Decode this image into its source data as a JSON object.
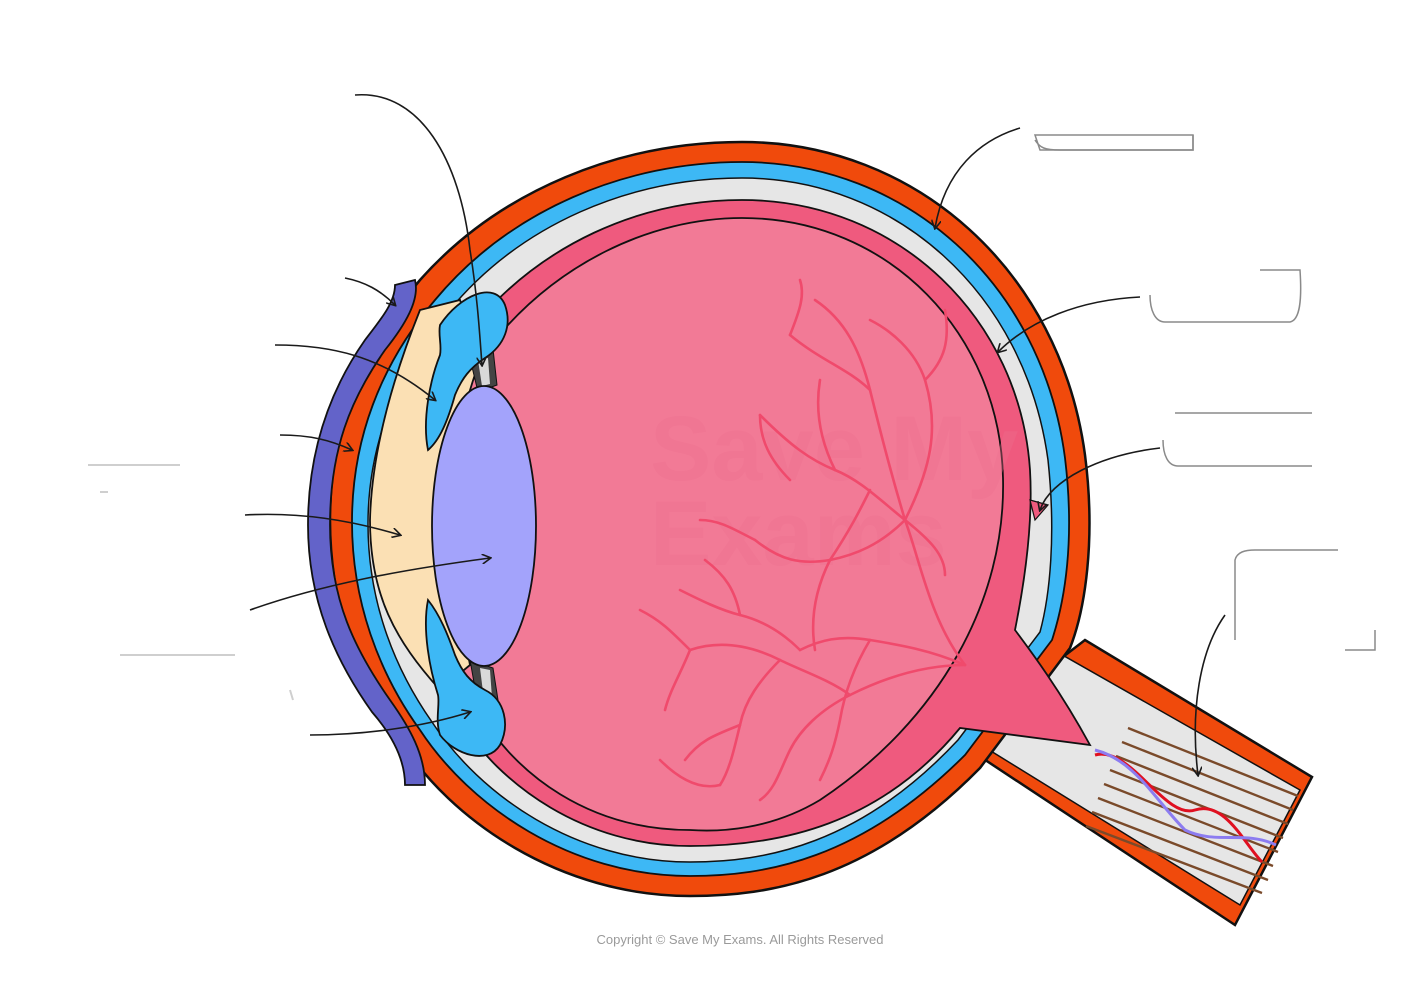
{
  "diagram": {
    "copyright": "Copyright © Save My Exams. All Rights Reserved",
    "watermark": [
      "Save My",
      "Exams"
    ],
    "colors": {
      "sclera": "#f04a0c",
      "choroid": "#3db8f5",
      "retina": "#ef5a7e",
      "vitreous": "#f27a96",
      "vessels": "#f04a6c",
      "lens": "#a3a3fb",
      "cornea": "#6363c9",
      "aqueous": "#fbe0b4",
      "ciliary": "#3db8f5",
      "nerve_fibres": "#7a4a2a",
      "artery": "#e01020",
      "vein": "#8c7cf0",
      "outline": "#111111",
      "gap": "#e6e6e6"
    },
    "labels_hidden": true
  }
}
